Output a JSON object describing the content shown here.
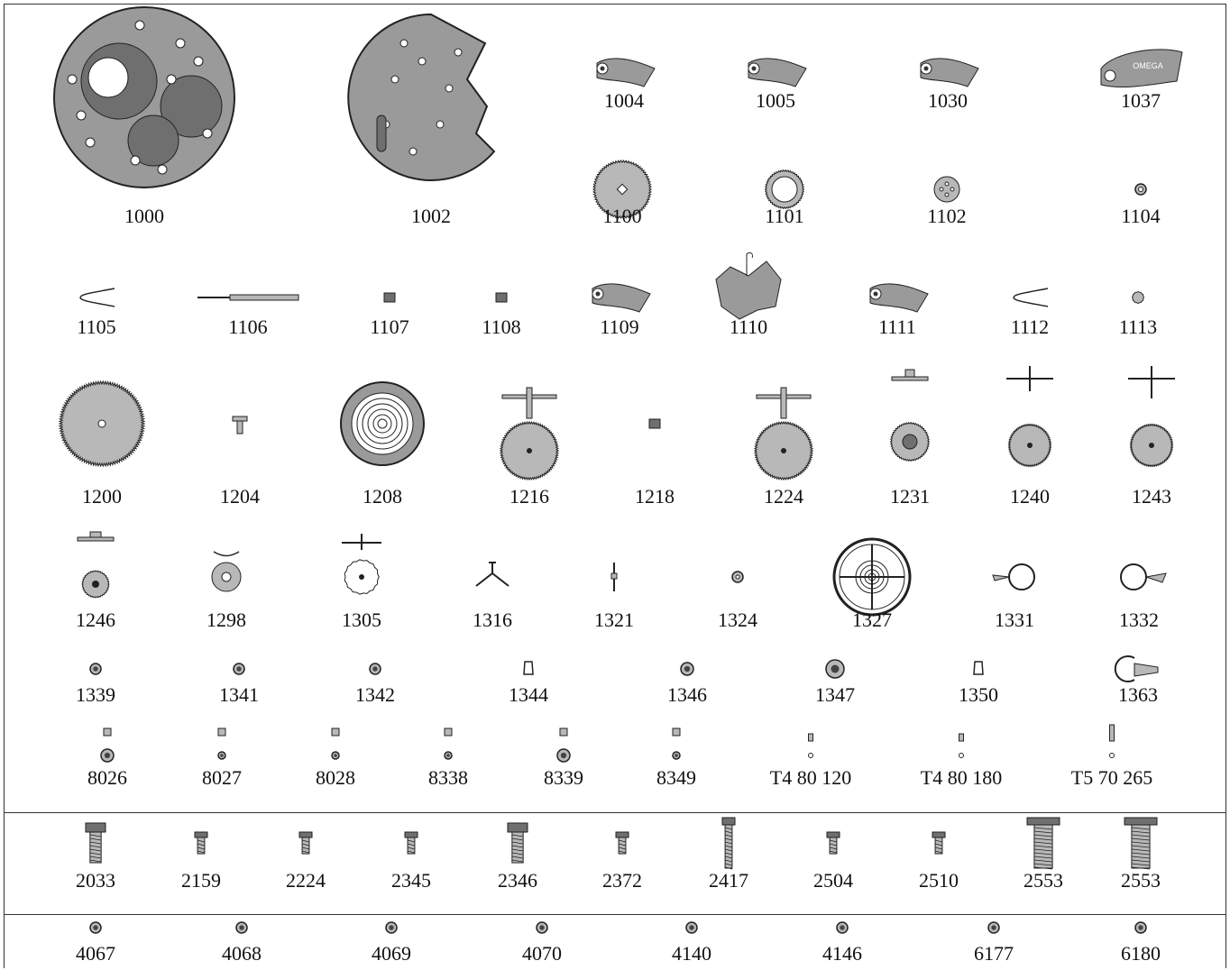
{
  "parts": [
    {
      "id": "part-1000",
      "label": "1000",
      "icon": "mainplate-large-icon"
    },
    {
      "id": "part-1002",
      "label": "1002",
      "icon": "bridge-large-icon"
    },
    {
      "id": "part-1004",
      "label": "1004",
      "icon": "lever-icon"
    },
    {
      "id": "part-1005",
      "label": "1005",
      "icon": "lever-icon"
    },
    {
      "id": "part-1030",
      "label": "1030",
      "icon": "lever-icon"
    },
    {
      "id": "part-1037",
      "label": "1037",
      "icon": "branded-bridge-icon"
    },
    {
      "id": "part-1100",
      "label": "1100",
      "icon": "gear-icon"
    },
    {
      "id": "part-1101",
      "label": "1101",
      "icon": "ring-gear-icon"
    },
    {
      "id": "part-1102",
      "label": "1102",
      "icon": "disc-icon"
    },
    {
      "id": "part-1104",
      "label": "1104",
      "icon": "small-part-icon"
    },
    {
      "id": "part-1105",
      "label": "1105",
      "icon": "spring-icon"
    },
    {
      "id": "part-1106",
      "label": "1106",
      "icon": "stem-icon"
    },
    {
      "id": "part-1107",
      "label": "1107",
      "icon": "pinion-icon"
    },
    {
      "id": "part-1108",
      "label": "1108",
      "icon": "pinion-icon"
    },
    {
      "id": "part-1109",
      "label": "1109",
      "icon": "lever-icon"
    },
    {
      "id": "part-1110",
      "label": "1110",
      "icon": "plate-icon"
    },
    {
      "id": "part-1111",
      "label": "1111",
      "icon": "lever-icon"
    },
    {
      "id": "part-1112",
      "label": "1112",
      "icon": "spring-icon"
    },
    {
      "id": "part-1113",
      "label": "1113",
      "icon": "small-gear-icon"
    },
    {
      "id": "part-1200",
      "label": "1200",
      "icon": "barrel-icon"
    },
    {
      "id": "part-1204",
      "label": "1204",
      "icon": "arbor-icon"
    },
    {
      "id": "part-1208",
      "label": "1208",
      "icon": "mainspring-icon"
    },
    {
      "id": "part-1216",
      "label": "1216",
      "icon": "wheel-icon"
    },
    {
      "id": "part-1218",
      "label": "1218",
      "icon": "pinion-icon"
    },
    {
      "id": "part-1224",
      "label": "1224",
      "icon": "wheel-icon"
    },
    {
      "id": "part-1231",
      "label": "1231",
      "icon": "wheel-icon"
    },
    {
      "id": "part-1240",
      "label": "1240",
      "icon": "wheel-icon"
    },
    {
      "id": "part-1243",
      "label": "1243",
      "icon": "wheel-icon"
    },
    {
      "id": "part-1246",
      "label": "1246",
      "icon": "wheel-icon"
    },
    {
      "id": "part-1298",
      "label": "1298",
      "icon": "washer-icon"
    },
    {
      "id": "part-1305",
      "label": "1305",
      "icon": "escape-wheel-icon"
    },
    {
      "id": "part-1316",
      "label": "1316",
      "icon": "pallet-fork-icon"
    },
    {
      "id": "part-1321",
      "label": "1321",
      "icon": "staff-icon"
    },
    {
      "id": "part-1324",
      "label": "1324",
      "icon": "roller-icon"
    },
    {
      "id": "part-1327",
      "label": "1327",
      "icon": "balance-icon"
    },
    {
      "id": "part-1331",
      "label": "1331",
      "icon": "stud-ring-icon"
    },
    {
      "id": "part-1332",
      "label": "1332",
      "icon": "stud-ring-icon"
    },
    {
      "id": "part-1339",
      "label": "1339",
      "icon": "jewel-icon"
    },
    {
      "id": "part-1341",
      "label": "1341",
      "icon": "jewel-icon"
    },
    {
      "id": "part-1342",
      "label": "1342",
      "icon": "jewel-icon"
    },
    {
      "id": "part-1344",
      "label": "1344",
      "icon": "jewel-setting-icon"
    },
    {
      "id": "part-1346",
      "label": "1346",
      "icon": "jewel-icon"
    },
    {
      "id": "part-1347",
      "label": "1347",
      "icon": "jewel-icon"
    },
    {
      "id": "part-1350",
      "label": "1350",
      "icon": "jewel-setting-icon"
    },
    {
      "id": "part-1363",
      "label": "1363",
      "icon": "clip-icon"
    },
    {
      "id": "part-8026",
      "label": "8026",
      "icon": "jewel-stack-icon"
    },
    {
      "id": "part-8027",
      "label": "8027",
      "icon": "jewel-stack-icon"
    },
    {
      "id": "part-8028",
      "label": "8028",
      "icon": "jewel-stack-icon"
    },
    {
      "id": "part-8338",
      "label": "8338",
      "icon": "jewel-stack-icon"
    },
    {
      "id": "part-8339",
      "label": "8339",
      "icon": "jewel-stack-icon"
    },
    {
      "id": "part-8349",
      "label": "8349",
      "icon": "jewel-stack-icon"
    },
    {
      "id": "part-t480120",
      "label": "T4 80 120",
      "icon": "pin-icon"
    },
    {
      "id": "part-t480180",
      "label": "T4 80 180",
      "icon": "pin-icon"
    },
    {
      "id": "part-t570265",
      "label": "T5 70 265",
      "icon": "pin-icon"
    },
    {
      "id": "part-2033",
      "label": "2033",
      "icon": "screw-icon"
    },
    {
      "id": "part-2159",
      "label": "2159",
      "icon": "screw-icon"
    },
    {
      "id": "part-2224",
      "label": "2224",
      "icon": "screw-icon"
    },
    {
      "id": "part-2345",
      "label": "2345",
      "icon": "screw-icon"
    },
    {
      "id": "part-2346",
      "label": "2346",
      "icon": "screw-icon"
    },
    {
      "id": "part-2372",
      "label": "2372",
      "icon": "screw-icon"
    },
    {
      "id": "part-2417",
      "label": "2417",
      "icon": "screw-icon"
    },
    {
      "id": "part-2504",
      "label": "2504",
      "icon": "screw-icon"
    },
    {
      "id": "part-2510",
      "label": "2510",
      "icon": "screw-icon"
    },
    {
      "id": "part-2553a",
      "label": "2553",
      "icon": "screw-icon"
    },
    {
      "id": "part-2553b",
      "label": "2553",
      "icon": "screw-icon"
    },
    {
      "id": "part-4067",
      "label": "4067",
      "icon": "jewel-icon"
    },
    {
      "id": "part-4068",
      "label": "4068",
      "icon": "jewel-icon"
    },
    {
      "id": "part-4069",
      "label": "4069",
      "icon": "jewel-icon"
    },
    {
      "id": "part-4070",
      "label": "4070",
      "icon": "jewel-icon"
    },
    {
      "id": "part-4140",
      "label": "4140",
      "icon": "jewel-icon"
    },
    {
      "id": "part-4146",
      "label": "4146",
      "icon": "jewel-icon"
    },
    {
      "id": "part-6177",
      "label": "6177",
      "icon": "jewel-icon"
    },
    {
      "id": "part-6180",
      "label": "6180",
      "icon": "jewel-icon"
    }
  ],
  "brand_text": "OMEGA",
  "colors": {
    "plate": "#9a9a9a",
    "plate_dark": "#6f6f6f",
    "metal": "#b8b8b8",
    "outline": "#222222",
    "line": "#333333"
  }
}
